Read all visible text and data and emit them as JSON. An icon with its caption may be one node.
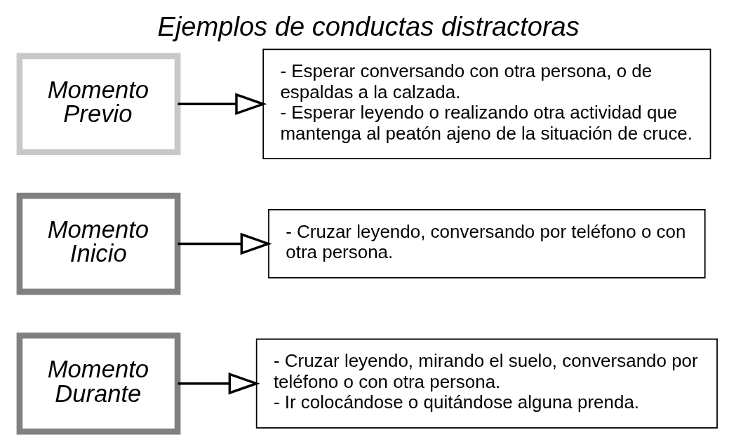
{
  "diagram": {
    "title": "Ejemplos de conductas distractoras",
    "nodes": [
      {
        "text": [
          "Momento Previo"
        ]
      },
      {
        "text": [
          "- Esperar conversando con otra persona, o de espaldas a la calzada.",
          "- Esperar leyendo o realizando otra actividad que mantenga al peatón ajeno de la situación de cruce."
        ]
      },
      {
        "text": [
          "Momento Inicio"
        ]
      },
      {
        "text": [
          "- Cruzar leyendo, conversando por teléfono o con otra persona."
        ]
      },
      {
        "text": [
          "Momento Durante"
        ]
      },
      {
        "text": [
          "- Cruzar leyendo, mirando el suelo, conversando por teléfono o con otra persona.",
          "- Ir colocándose o quitándose alguna prenda."
        ]
      }
    ],
    "edges": [
      {
        "from": 0,
        "to": 1,
        "arrow": "to"
      },
      {
        "from": 2,
        "to": 3,
        "arrow": "to"
      },
      {
        "from": 4,
        "to": 5,
        "arrow": "to"
      }
    ]
  }
}
